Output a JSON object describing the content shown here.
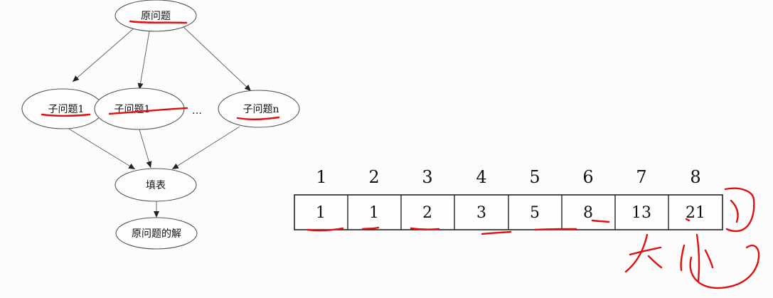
{
  "diagram": {
    "root": "原问题",
    "sub1": "子问题1",
    "sub2": "子问题1",
    "ellipsis": "…",
    "subn": "子问题n",
    "fill": "填表",
    "solution": "原问题的解"
  },
  "table": {
    "indices": [
      "1",
      "2",
      "3",
      "4",
      "5",
      "6",
      "7",
      "8"
    ],
    "values": [
      "1",
      "1",
      "2",
      "3",
      "5",
      "8",
      "13",
      "21"
    ]
  },
  "colors": {
    "annotation": "#e01010",
    "line": "#666666"
  }
}
